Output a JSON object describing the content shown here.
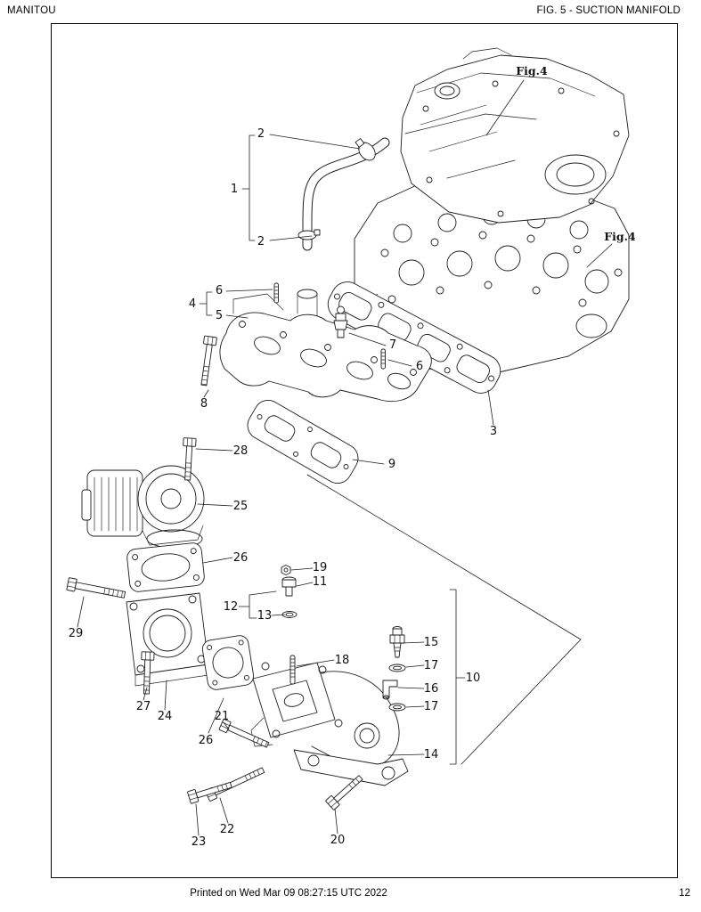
{
  "page": {
    "header": {
      "brand": "MANITOU",
      "figure_title": "FIG. 5 - SUCTION MANIFOLD"
    },
    "footer": {
      "printed_on": "Printed on  Wed Mar 09 08:27:15 UTC 2022",
      "page_number": "12"
    }
  },
  "figure": {
    "references": [
      {
        "label": "Fig.4"
      },
      {
        "label": "Fig.4"
      }
    ],
    "callouts": [
      {
        "label": "2"
      },
      {
        "label": "1"
      },
      {
        "label": "2"
      },
      {
        "label": "6"
      },
      {
        "label": "4"
      },
      {
        "label": "5"
      },
      {
        "label": "7"
      },
      {
        "label": "6"
      },
      {
        "label": "8"
      },
      {
        "label": "3"
      },
      {
        "label": "28"
      },
      {
        "label": "9"
      },
      {
        "label": "25"
      },
      {
        "label": "26"
      },
      {
        "label": "19"
      },
      {
        "label": "11"
      },
      {
        "label": "12"
      },
      {
        "label": "13"
      },
      {
        "label": "29"
      },
      {
        "label": "15"
      },
      {
        "label": "17"
      },
      {
        "label": "18"
      },
      {
        "label": "16"
      },
      {
        "label": "10"
      },
      {
        "label": "17"
      },
      {
        "label": "27"
      },
      {
        "label": "24"
      },
      {
        "label": "21"
      },
      {
        "label": "26"
      },
      {
        "label": "14"
      },
      {
        "label": "23"
      },
      {
        "label": "22"
      },
      {
        "label": "20"
      }
    ]
  }
}
